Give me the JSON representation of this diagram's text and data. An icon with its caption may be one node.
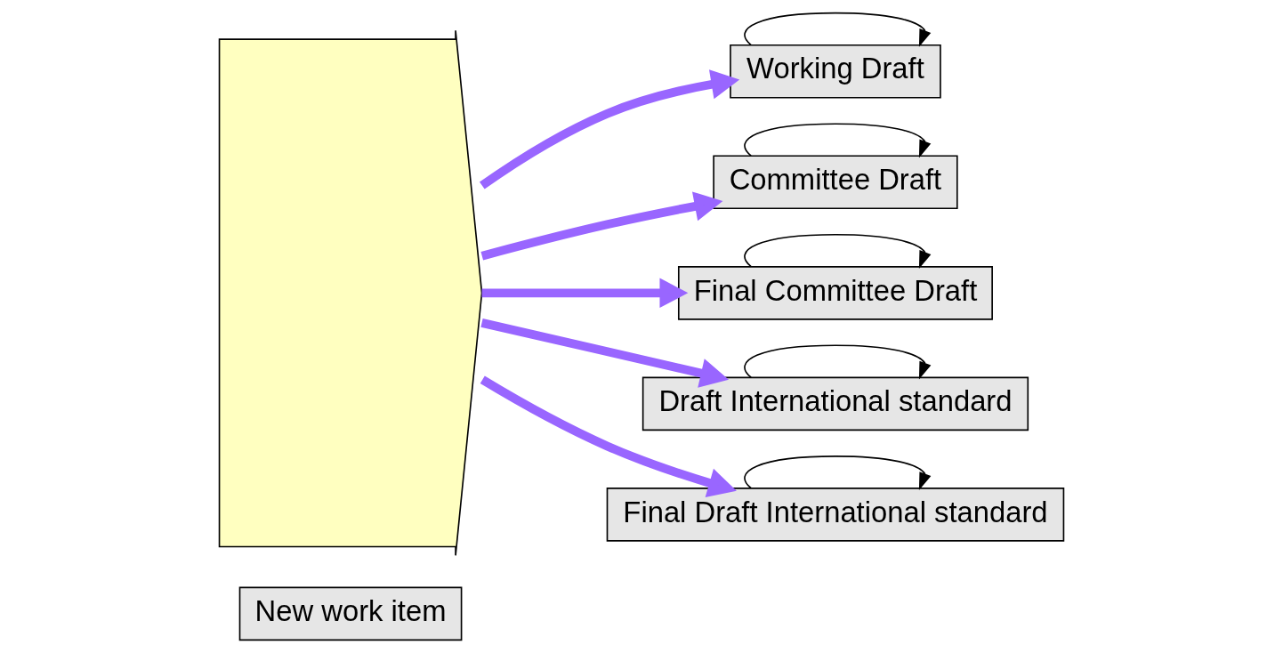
{
  "diagram": {
    "nodes": [
      {
        "text": [
          "New work item"
        ]
      },
      {
        "text": [],
        "shape": "arrow"
      },
      {
        "text": [
          "Working Draft"
        ]
      },
      {
        "text": [
          "Committee Draft"
        ]
      },
      {
        "text": [
          "Final Committee Draft"
        ]
      },
      {
        "text": [
          "Draft International standard"
        ]
      },
      {
        "text": [
          "Final Draft International standard"
        ]
      }
    ],
    "edges": [
      {
        "from": 1,
        "to": 2,
        "arrow": "to",
        "style": "thick",
        "color": "#9966ff"
      },
      {
        "from": 1,
        "to": 3,
        "arrow": "to",
        "style": "thick",
        "color": "#9966ff"
      },
      {
        "from": 1,
        "to": 4,
        "arrow": "to",
        "style": "thick",
        "color": "#9966ff"
      },
      {
        "from": 1,
        "to": 5,
        "arrow": "to",
        "style": "thick",
        "color": "#9966ff"
      },
      {
        "from": 1,
        "to": 6,
        "arrow": "to",
        "style": "thick",
        "color": "#9966ff"
      },
      {
        "from": 2,
        "to": 2,
        "arrow": "to",
        "color": "#000000"
      },
      {
        "from": 3,
        "to": 3,
        "arrow": "to",
        "color": "#000000"
      },
      {
        "from": 4,
        "to": 4,
        "arrow": "to",
        "color": "#000000"
      },
      {
        "from": 5,
        "to": 5,
        "arrow": "to",
        "color": "#000000"
      },
      {
        "from": 6,
        "to": 6,
        "arrow": "to",
        "color": "#000000"
      }
    ]
  }
}
